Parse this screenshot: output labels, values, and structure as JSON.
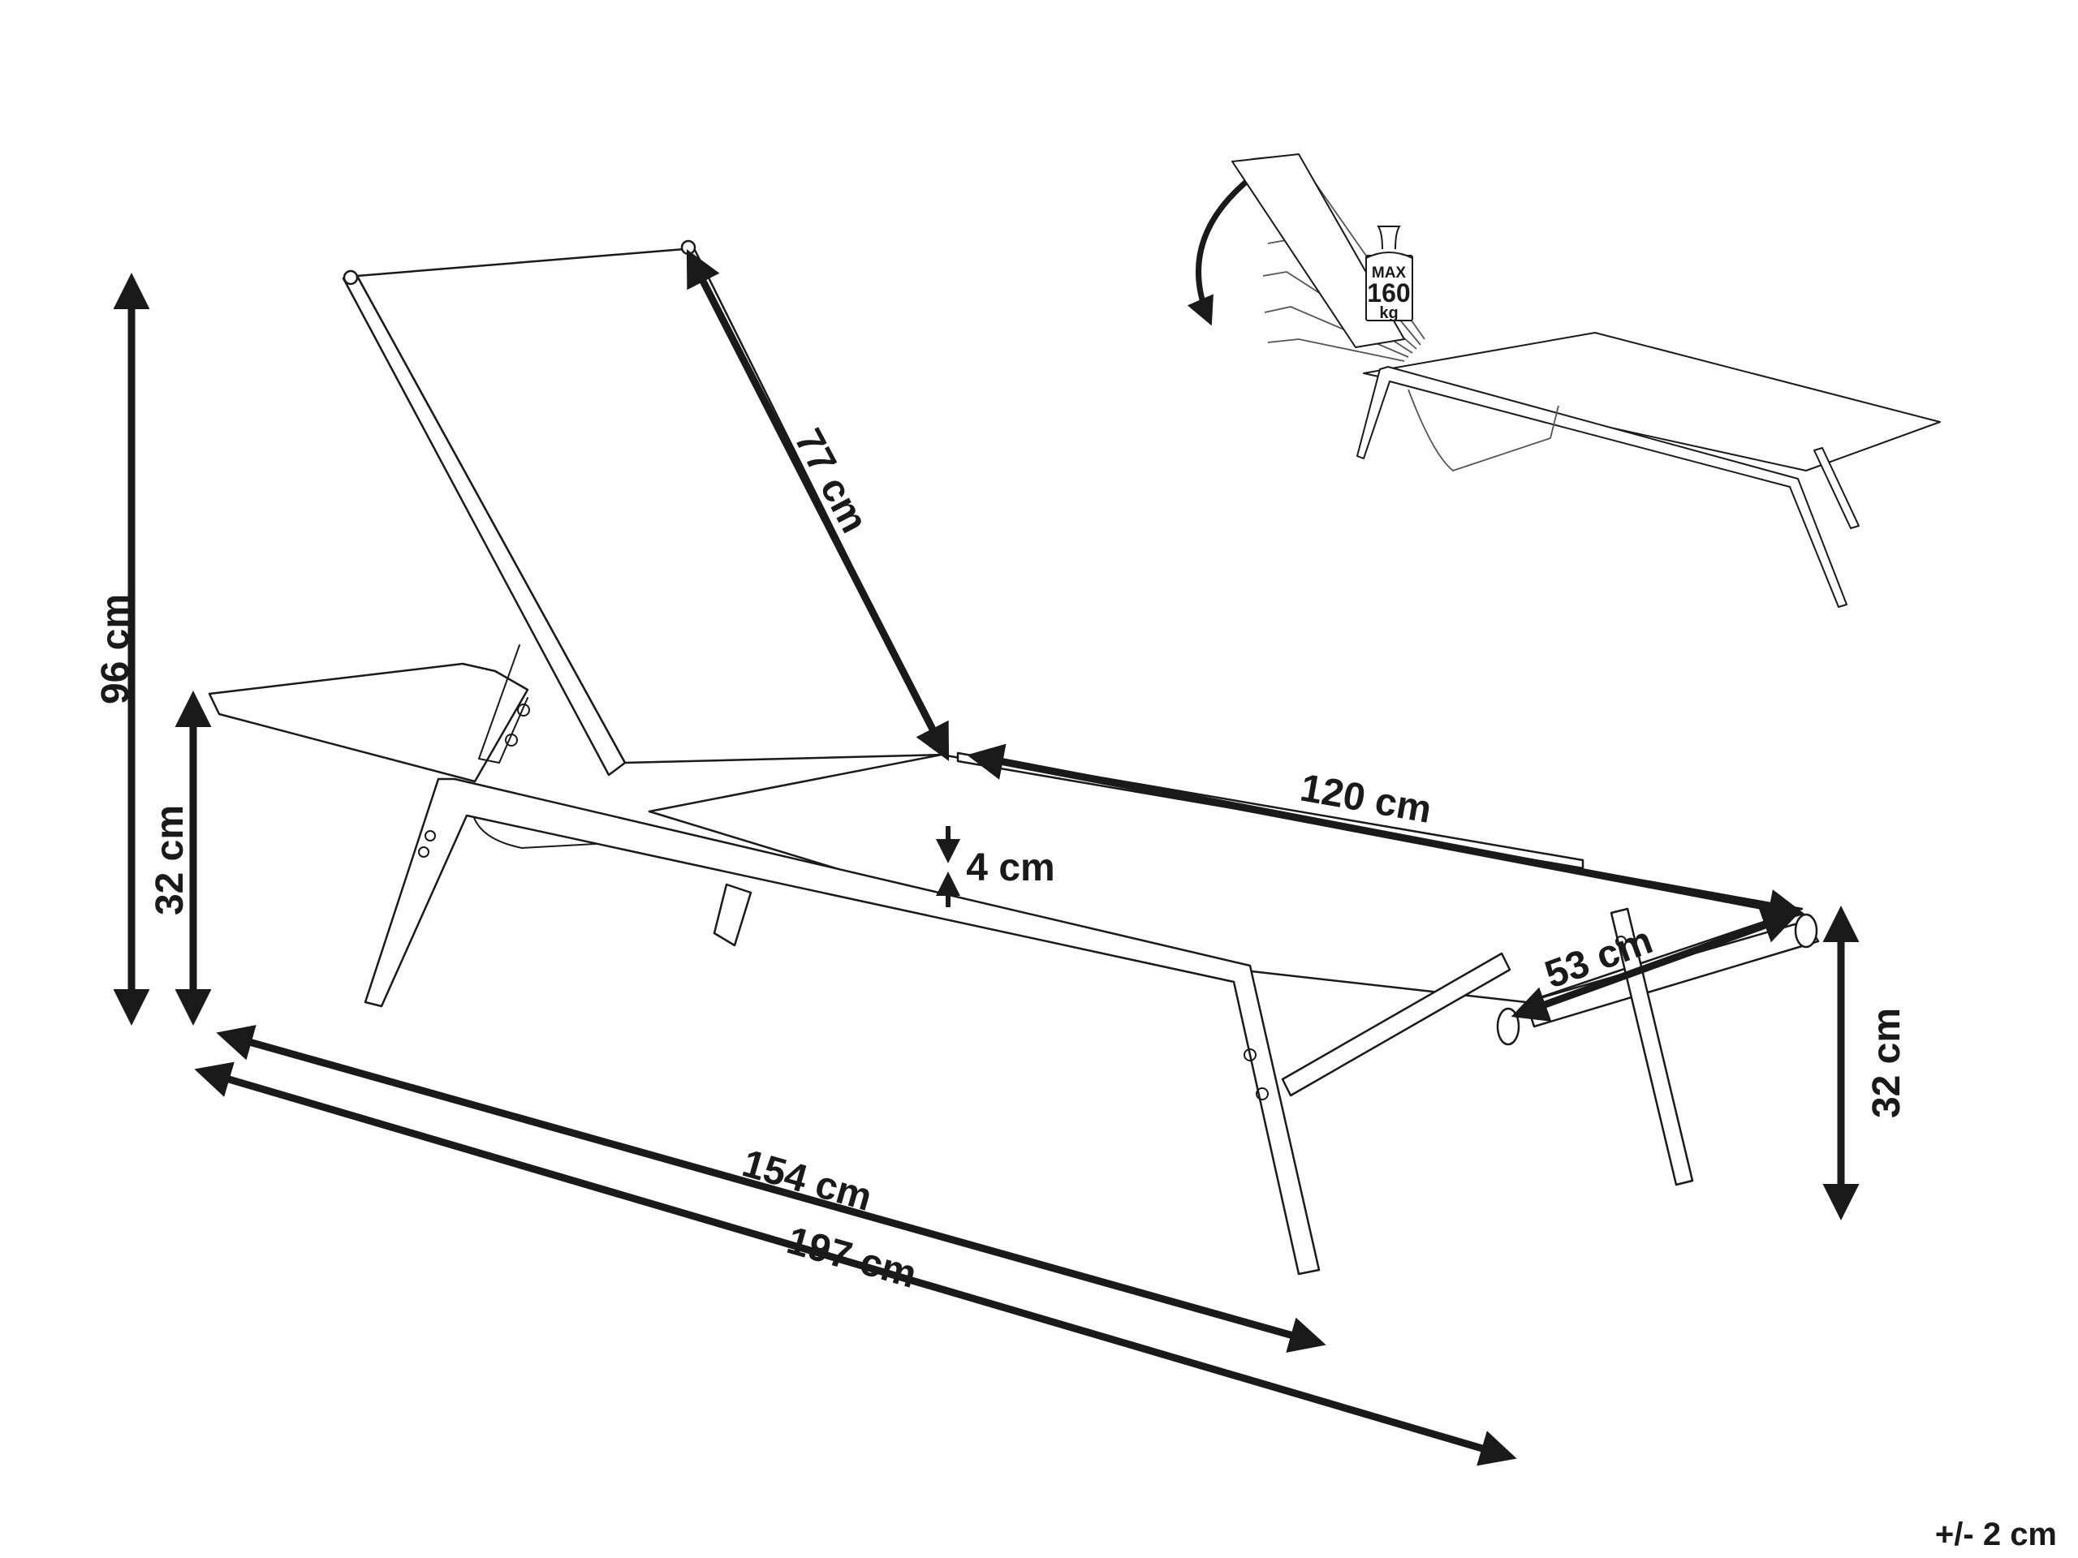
{
  "diagram": {
    "subject": "sun lounger dimensions",
    "dimensions": {
      "total_height": "96 cm",
      "seat_height_left": "32 cm",
      "seat_height_right": "32 cm",
      "backrest_length": "77 cm",
      "seat_length": "120 cm",
      "frame_thickness": "4 cm",
      "width": "53 cm",
      "frame_length": "154 cm",
      "total_length": "197 cm"
    },
    "inset": {
      "load_label_max": "MAX",
      "load_value": "160",
      "load_unit": "kg",
      "icons": [
        "recline-arrow-icon",
        "weight-icon"
      ]
    },
    "tolerance": "+/- 2 cm",
    "colors": {
      "line": "#1a1a1a",
      "background": "#ffffff"
    }
  }
}
